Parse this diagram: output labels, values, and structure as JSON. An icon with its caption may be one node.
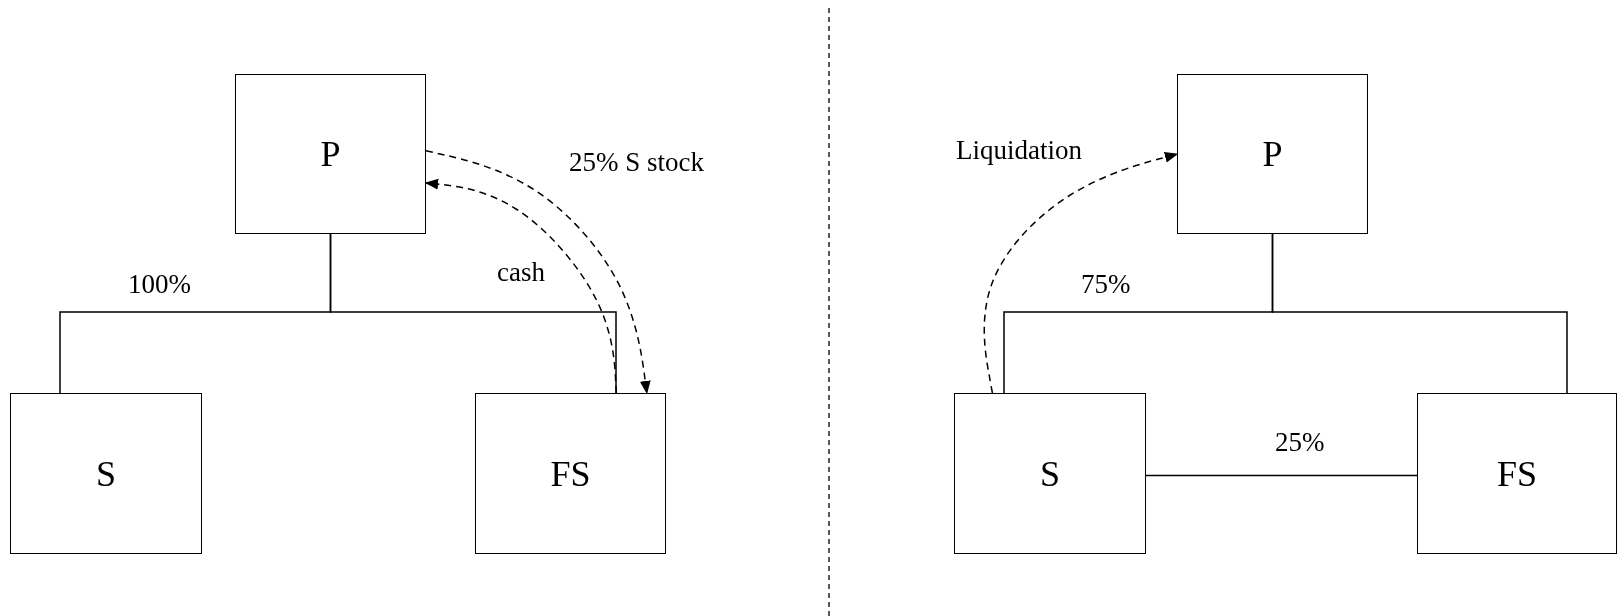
{
  "diagram": {
    "nodes": [
      {
        "text": [
          "P"
        ]
      },
      {
        "text": [
          "S"
        ]
      },
      {
        "text": [
          "FS"
        ]
      },
      {
        "text": [
          "P"
        ]
      },
      {
        "text": [
          "S"
        ]
      },
      {
        "text": [
          "FS"
        ]
      }
    ],
    "edges": [
      {
        "from": 0,
        "to": 1,
        "arrow": "none",
        "label": "100%"
      },
      {
        "from": 0,
        "to": 2,
        "arrow": "none"
      },
      {
        "from": 0,
        "to": 2,
        "arrow": "to",
        "style": "dashed",
        "label": "25% S stock"
      },
      {
        "from": 2,
        "to": 0,
        "arrow": "to",
        "style": "dashed",
        "label": "cash"
      },
      {
        "from": 3,
        "to": 4,
        "arrow": "none",
        "label": "75%"
      },
      {
        "from": 3,
        "to": 5,
        "arrow": "none"
      },
      {
        "from": 4,
        "to": 5,
        "arrow": "none",
        "label": "25%"
      },
      {
        "from": 4,
        "to": 3,
        "arrow": "to",
        "style": "dashed",
        "label": "Liquidation"
      }
    ]
  }
}
